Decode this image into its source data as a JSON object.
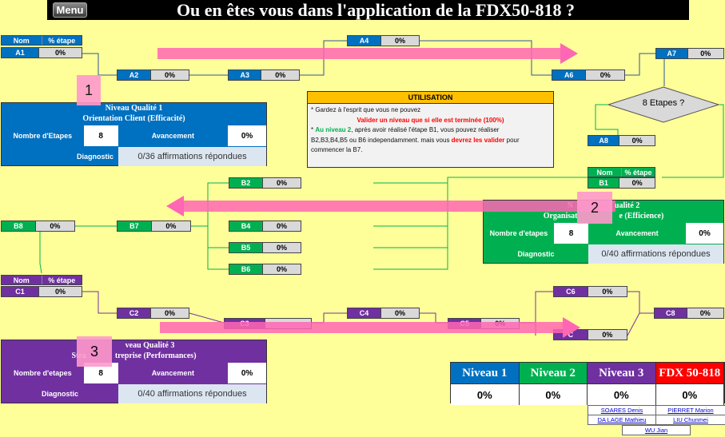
{
  "header": {
    "menu_label": "Menu",
    "title": "Ou en êtes vous dans l'application de la FDX50-818 ?"
  },
  "table_header": {
    "col1": "Nom",
    "col2": "% étape"
  },
  "steps": {
    "A1": {
      "name": "A1",
      "value": "0%"
    },
    "A2": {
      "name": "A2",
      "value": "0%"
    },
    "A3": {
      "name": "A3",
      "value": "0%"
    },
    "A4": {
      "name": "A4",
      "value": "0%"
    },
    "A6": {
      "name": "A6",
      "value": "0%"
    },
    "A7": {
      "name": "A7",
      "value": "0%"
    },
    "A8": {
      "name": "A8",
      "value": "0%"
    },
    "B1": {
      "name": "B1",
      "value": "0%"
    },
    "B2": {
      "name": "B2",
      "value": "0%"
    },
    "B4": {
      "name": "B4",
      "value": "0%"
    },
    "B5": {
      "name": "B5",
      "value": "0%"
    },
    "B6": {
      "name": "B6",
      "value": "0%"
    },
    "B7": {
      "name": "B7",
      "value": "0%"
    },
    "B8": {
      "name": "B8",
      "value": "0%"
    },
    "C1": {
      "name": "C1",
      "value": "0%"
    },
    "C2": {
      "name": "C2",
      "value": "0%"
    },
    "C3": {
      "name": "C3",
      "value": ""
    },
    "C4": {
      "name": "C4",
      "value": "0%"
    },
    "C5": {
      "name": "C5",
      "value": "0%"
    },
    "C6": {
      "name": "C6",
      "value": "0%"
    },
    "C7": {
      "name": "C",
      "value": "0%"
    },
    "C8": {
      "name": "C8",
      "value": "0%"
    }
  },
  "decision": {
    "label": "8 Etapes ?"
  },
  "markers": {
    "m1": "1",
    "m2": "2",
    "m3": "3"
  },
  "niveau1": {
    "title_line1": "Niveau Qualité 1",
    "title_line2": "Orientation Client (Efficacité)",
    "etapes_label": "Nombre d'Etapes",
    "etapes_value": "8",
    "avancement_label": "Avancement",
    "avancement_value": "0%",
    "diagnostic_label": "Diagnostic",
    "diagnostic_value": "0/36 affirmations répondues"
  },
  "niveau2": {
    "title_line1": "N",
    "title_line1b": "ualité 2",
    "title_line2": "Organisat",
    "title_line2b": "e (Efficience)",
    "etapes_label": "Nombre d'etapes",
    "etapes_value": "8",
    "avancement_label": "Avancement",
    "avancement_value": "0%",
    "diagnostic_label": "Diagnostic",
    "diagnostic_value": "0/40 affirmations répondues"
  },
  "niveau3": {
    "title_line1": "veau Qualité 3",
    "title_line2a": "Stra",
    "title_line2b": "treprise (Performances)",
    "etapes_label": "Nombre d'etapes",
    "etapes_value": "8",
    "avancement_label": "Avancement",
    "avancement_value": "0%",
    "diagnostic_label": "Diagnostic",
    "diagnostic_value": "0/40 affirmations répondues"
  },
  "utilisation": {
    "title": "UTILISATION",
    "line1": "* Gardez à l'esprit que vous ne pouvez",
    "line2": "Valider un niveau que si elle est terminée (100%)",
    "line3a": "* ",
    "line3b": "Au niveau 2",
    "line3c": ", après avoir réalisé l'étape B1, vous pouvez réaliser",
    "line4": "B2,B3,B4,B5 ou B6 independamment. mais vous ",
    "line4b": "devrez les valider",
    "line4c": " pour",
    "line5": "commencer la B7."
  },
  "summary": {
    "headers": [
      "Niveau 1",
      "Niveau 2",
      "Niveau 3",
      "FDX 50-818"
    ],
    "values": [
      "0%",
      "0%",
      "0%",
      "0%"
    ],
    "header_colors": [
      "#0070c0",
      "#00b050",
      "#7030a0",
      "#ff0000"
    ]
  },
  "credits": [
    "SOARES Denis",
    "PIERRET Marion",
    "DA LAGE Mathieu",
    "LIU Chunmei",
    "WU Jian"
  ]
}
